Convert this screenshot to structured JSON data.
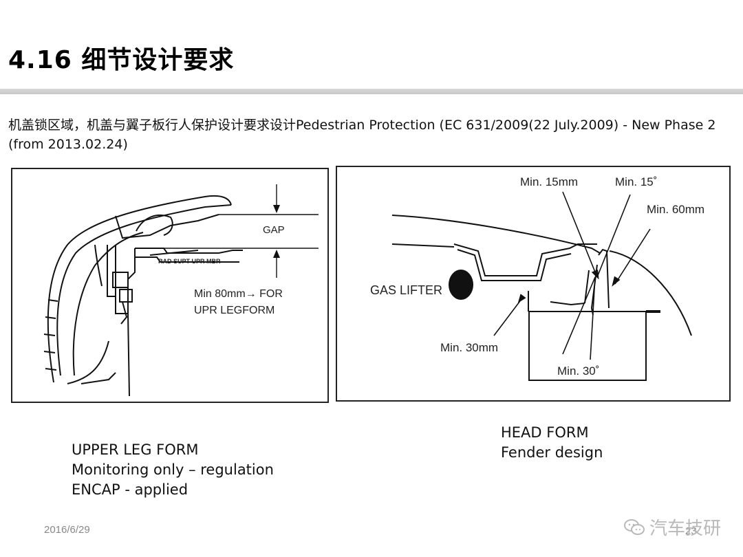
{
  "slide": {
    "title": "4.16 细节设计要求",
    "subtitle": "机盖锁区域，机盖与翼子板行人保护设计要求设计Pedestrian Protection (EC 631/2009(22 July.2009) - New Phase 2 (from 2013.02.24)",
    "date": "2016/6/29",
    "page_number": "23",
    "watermark": "汽车技研"
  },
  "left_diagram": {
    "gap_label": "GAP",
    "part_label": "RAD SUPT UPR MBR",
    "note_line1": "Min 80mm→  FOR",
    "note_line2": "UPR LEGFORM"
  },
  "right_diagram": {
    "min15mm": "Min. 15mm",
    "min15deg": "Min. 15˚",
    "min60mm": "Min. 60mm",
    "gas_lifter": "GAS LIFTER",
    "min30mm": "Min. 30mm",
    "min30deg": "Min. 30˚"
  },
  "captions": {
    "left": [
      "UPPER LEG FORM",
      "Monitoring only – regulation",
      "ENCAP - applied"
    ],
    "right": [
      "HEAD FORM",
      "Fender design"
    ]
  }
}
